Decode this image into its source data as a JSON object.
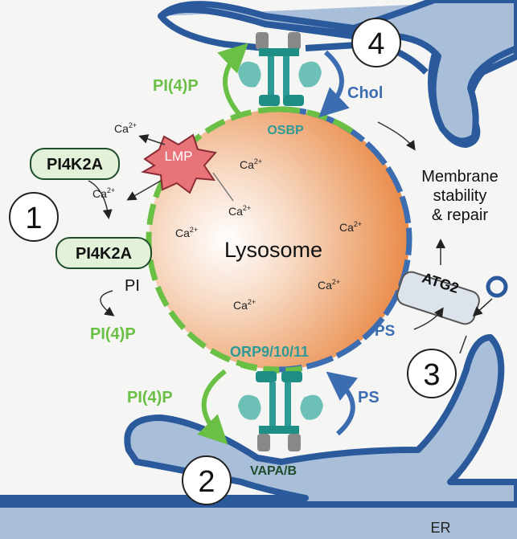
{
  "steps": [
    "1",
    "2",
    "3",
    "4"
  ],
  "lysosome": {
    "label": "Lysosome",
    "ca_base": "Ca",
    "ca_sup": "2+"
  },
  "proteins": {
    "pi4k2a_top": "PI4K2A",
    "pi4k2a_mid": "PI4K2A",
    "osbp": "OSBP",
    "orp": "ORP9/10/11",
    "vapab": "VAPA/B",
    "atg2": "ATG2",
    "lmp": "LMP"
  },
  "lipids": {
    "pi": "PI",
    "pi4p_left": "PI(4)P",
    "pi4p_top": "PI(4)P",
    "pi4p_bottom": "PI(4)P",
    "chol": "Chol",
    "ps_right": "PS",
    "ps_bottom": "PS"
  },
  "outcome": {
    "line1": "Membrane",
    "line2": "stability",
    "line3": "& repair"
  },
  "er_label": "ER",
  "colors": {
    "er_fill": "#a9bfd9",
    "er_stroke": "#2a5a9c",
    "green": "#6abf45",
    "teal": "#2e9a95",
    "blue": "#3c6db0",
    "dark_green": "#1e4d2b",
    "lysosome_orange": "#e8823a"
  }
}
